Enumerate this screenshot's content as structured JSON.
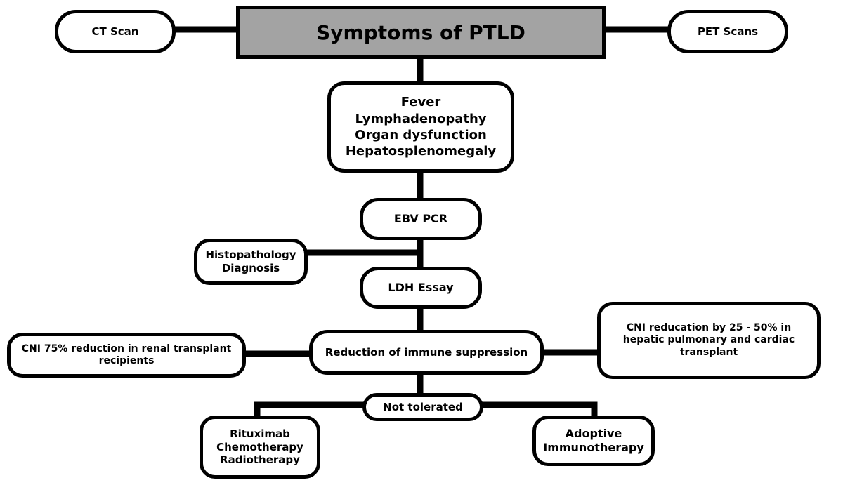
{
  "diagram": {
    "title": "Symptoms of PTLD",
    "ct_scan": "CT Scan",
    "pet_scans": "PET Scans",
    "symptoms": [
      "Fever",
      "Lymphadenopathy",
      "Organ dysfunction",
      "Hepatosplenomegaly"
    ],
    "ebv_pcr": "EBV PCR",
    "histopathology": [
      "Histopathology",
      "Diagnosis"
    ],
    "ldh_essay": "LDH Essay",
    "reduction": "Reduction of immune suppression",
    "cni_75": [
      "CNI 75% reduction in renal transplant",
      "recipients"
    ],
    "cni_25_50": [
      "CNI reducation by 25 - 50% in",
      "hepatic pulmonary and cardiac",
      "transplant"
    ],
    "not_tolerated": "Not tolerated",
    "rituximab_options": [
      "Rituximab",
      "Chemotherapy",
      "Radiotherapy"
    ],
    "adoptive": [
      "Adoptive",
      "Immunotherapy"
    ]
  },
  "colors": {
    "title_fill": "#a3a3a3",
    "stroke": "#000000",
    "background": "#ffffff"
  }
}
